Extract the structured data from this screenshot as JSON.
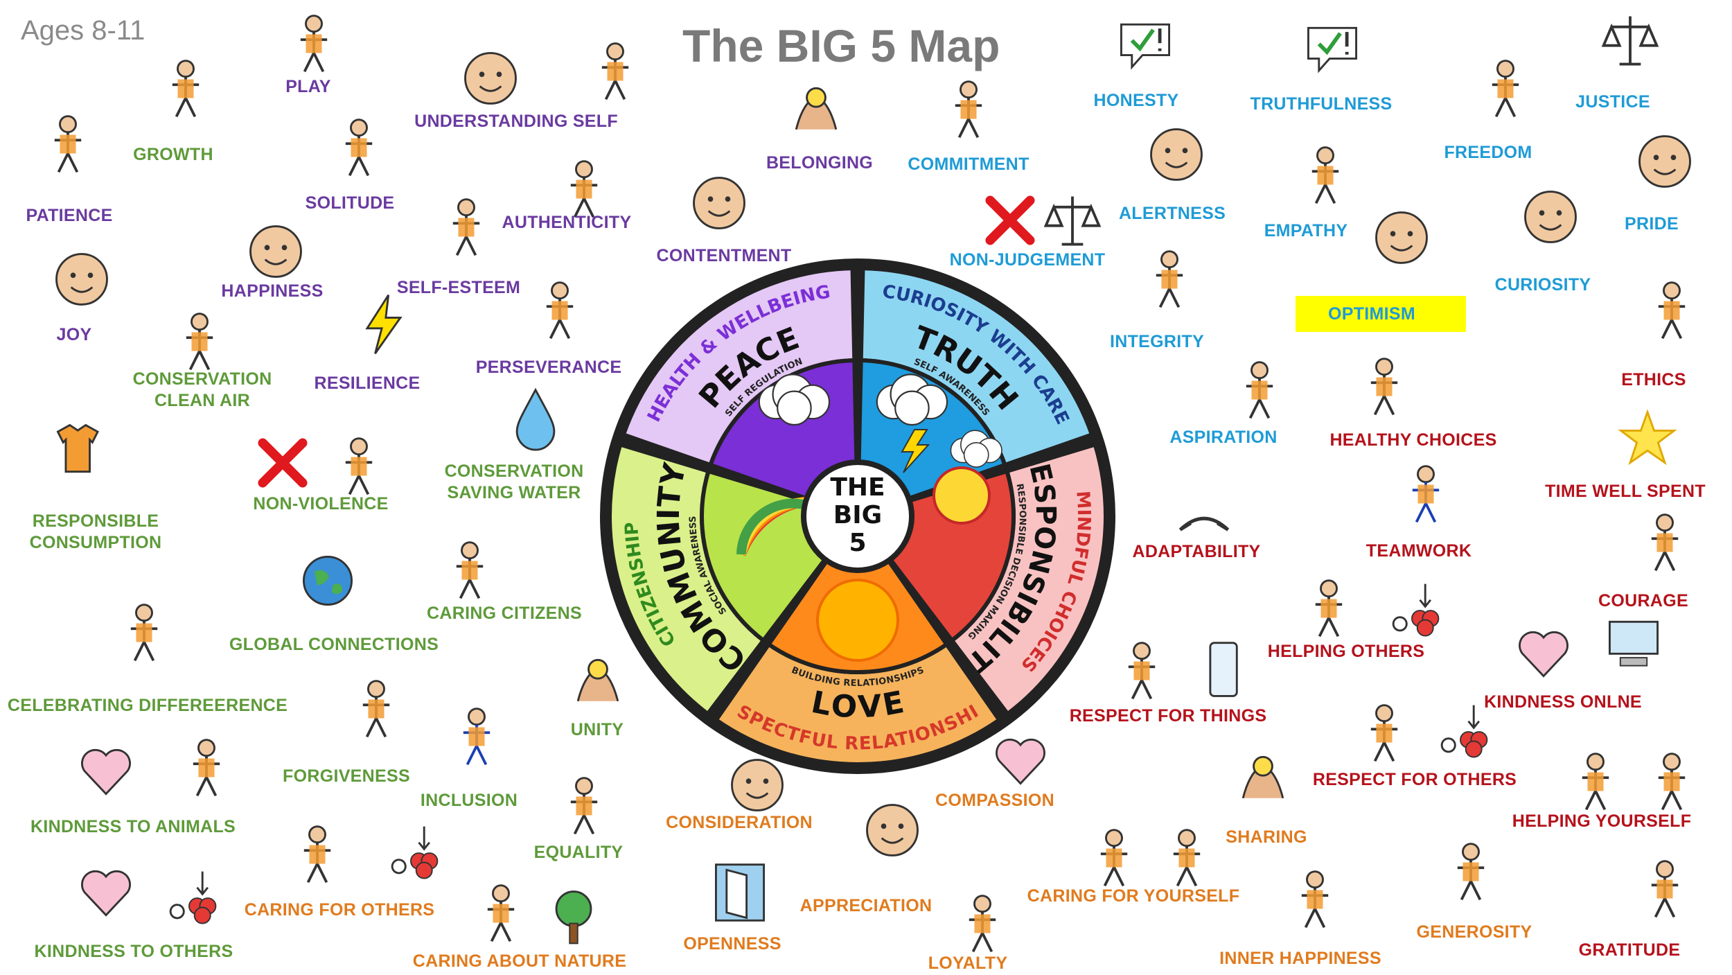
{
  "header": {
    "age_range": "Ages 8-11",
    "title": "The BIG 5 Map"
  },
  "wheel": {
    "center": [
      "THE",
      "BIG",
      "5"
    ],
    "segments": [
      {
        "key": "peace",
        "main": "PEACE",
        "sub": "SELF REGULATION",
        "outer": "HEALTH & WELLBEING",
        "fill": "#e4c8f5",
        "inner": "#7b2fd6"
      },
      {
        "key": "truth",
        "main": "TRUTH",
        "sub": "SELF AWARENESS",
        "outer": "CURIOSITY WITH CARE",
        "fill": "#8dd6f2",
        "inner": "#1f9de0"
      },
      {
        "key": "responsibility",
        "main": "RESPONSIBILITY",
        "sub": "RESPONSIBLE DECISION MAKING",
        "outer": "MINDFUL CHOICES",
        "fill": "#f9c2c2",
        "inner": "#e5443a"
      },
      {
        "key": "love",
        "main": "LOVE",
        "sub": "BUILDING RELATIONSHIPS",
        "outer": "RESPECTFUL RELATIONSHIPS",
        "fill": "#f6b35c",
        "inner": "#ff8a1c"
      },
      {
        "key": "community",
        "main": "COMMUNITY",
        "sub": "SOCIAL AWARENESS",
        "outer": "CITIZENSHIP",
        "fill": "#daf08a",
        "inner": "#b9e34a"
      }
    ]
  },
  "labels": {
    "patience": "PATIENCE",
    "growth": "GROWTH",
    "play": "PLAY",
    "understanding_self": "UNDERSTANDING SELF",
    "solitude": "SOLITUDE",
    "authenticity": "AUTHENTICITY",
    "joy": "JOY",
    "happiness": "HAPPINESS",
    "self_esteem": "SELF-ESTEEM",
    "conservation_clean_air": "CONSERVATION\nCLEAN AIR",
    "resilience": "RESILIENCE",
    "perseverance": "PERSEVERANCE",
    "responsible_consumption": "RESPONSIBLE\nCONSUMPTION",
    "non_violence": "NON-VIOLENCE",
    "conservation_saving_water": "CONSERVATION\nSAVING WATER",
    "caring_citizens": "CARING CITIZENS",
    "global_connections": "GLOBAL CONNECTIONS",
    "celebrating_difference": "CELEBRATING DIFFEREERENCE",
    "unity": "UNITY",
    "forgiveness": "FORGIVENESS",
    "inclusion": "INCLUSION",
    "kindness_to_animals": "KINDNESS TO ANIMALS",
    "equality": "EQUALITY",
    "caring_for_others": "CARING FOR OTHERS",
    "kindness_to_others": "KINDNESS TO OTHERS",
    "caring_about_nature": "CARING ABOUT NATURE",
    "belonging": "BELONGING",
    "commitment": "COMMITMENT",
    "contentment": "CONTENTMENT",
    "non_judgement": "NON-JUDGEMENT",
    "honesty": "HONESTY",
    "truthfulness": "TRUTHFULNESS",
    "justice": "JUSTICE",
    "freedom": "FREEDOM",
    "alertness": "ALERTNESS",
    "empathy": "EMPATHY",
    "pride": "PRIDE",
    "curiosity": "CURIOSITY",
    "optimism": "OPTIMISM",
    "integrity": "INTEGRITY",
    "aspiration": "ASPIRATION",
    "healthy_choices": "HEALTHY CHOICES",
    "ethics": "ETHICS",
    "time_well_spent": "TIME WELL SPENT",
    "adaptability": "ADAPTABILITY",
    "teamwork": "TEAMWORK",
    "courage": "COURAGE",
    "helping_others": "HELPING OTHERS",
    "respect_for_things": "RESPECT FOR THINGS",
    "kindness_online": "KINDNESS ONLNE",
    "respect_for_others": "RESPECT FOR OTHERS",
    "helping_yourself": "HELPING YOURSELF",
    "compassion": "COMPASSION",
    "consideration": "CONSIDERATION",
    "sharing": "SHARING",
    "appreciation": "APPRECIATION",
    "caring_for_yourself": "CARING FOR YOURSELF",
    "generosity": "GENEROSITY",
    "gratitude": "GRATITUDE",
    "openness": "OPENNESS",
    "loyalty": "LOYALTY",
    "inner_happiness": "INNER HAPPINESS"
  },
  "colors": {
    "purple": "#6a3aa0",
    "green": "#5e9a3a",
    "blue": "#1e9bd6",
    "red": "#b5121b",
    "orange": "#e07b1e",
    "highlight": "#ffff00"
  },
  "icons": [
    "person-icon",
    "face-icon",
    "heart-icon",
    "thumbs-up-icon",
    "cross-icon",
    "tick-icon",
    "scales-icon",
    "globe-icon",
    "water-drop-icon",
    "lightning-icon",
    "clothes-icon",
    "door-icon",
    "speech-bubble-icon",
    "star-icon",
    "arrows-icon",
    "hands-icon",
    "wheelchair-icon"
  ]
}
